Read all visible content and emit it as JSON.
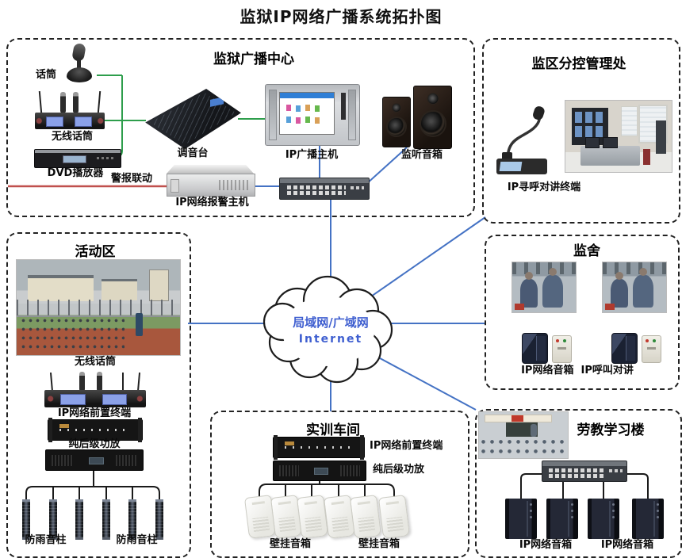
{
  "title": "监狱IP网络广播系统拓扑图",
  "cloud": {
    "line1": "局域网/广域网",
    "line2": "Internet"
  },
  "colors": {
    "line_blue": "#4472c4",
    "line_green": "#2e9e4c",
    "line_red": "#c0504d",
    "line_black": "#1a1a1a",
    "cloud_text": "#3f5fd0"
  },
  "sections": {
    "broadcast_center": {
      "title": "监狱广播中心",
      "mic_label": "话筒",
      "wireless_mic_label": "无线话筒",
      "dvd_label": "DVD播放器",
      "mixer_label": "调音台",
      "ip_host_label": "IP广播主机",
      "monitor_speaker_label": "监听音箱",
      "alarm_link_label": "警报联动",
      "alarm_host_label": "IP网络报警主机"
    },
    "subcontrol": {
      "title": "监区分控管理处",
      "paging_terminal_label": "IP寻呼对讲终端"
    },
    "activity": {
      "title": "活动区",
      "wireless_mic_label": "无线话筒",
      "front_terminal_label": "IP网络前置终端",
      "amp_label": "纯后级功放",
      "column_label_left": "防雨音柱",
      "column_label_right": "防雨音柱"
    },
    "cells": {
      "title": "监舍",
      "speaker_label": "IP网络音箱",
      "intercom_label": "IP呼叫对讲"
    },
    "workshop": {
      "title": "实训车间",
      "front_terminal_label": "IP网络前置终端",
      "amp_label": "纯后级功放",
      "speaker_label_left": "壁挂音箱",
      "speaker_label_right": "壁挂音箱"
    },
    "learning": {
      "title": "劳教学习楼",
      "speaker_label_left": "IP网络音箱",
      "speaker_label_right": "IP网络音箱"
    }
  }
}
